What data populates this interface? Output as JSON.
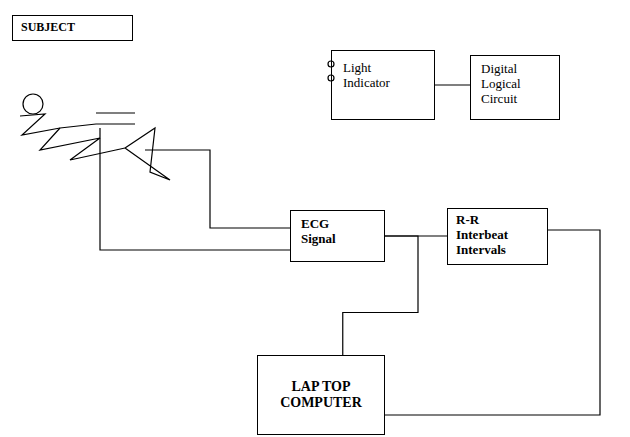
{
  "diagram": {
    "nodes": [
      {
        "text": [
          "SUBJECT"
        ]
      },
      {
        "text": [
          "Light Indicator"
        ]
      },
      {
        "text": [
          "Digital Logical Circuit"
        ]
      },
      {
        "text": [
          "ECG Signal"
        ]
      },
      {
        "text": [
          "R-R Interbeat Intervals"
        ]
      },
      {
        "text": [
          "LAP TOP COMPUTER"
        ]
      }
    ],
    "edges": [
      {
        "from": 1,
        "to": 2,
        "arrow": "none"
      },
      {
        "from": 3,
        "to": 4,
        "arrow": "none"
      },
      {
        "from": 3,
        "to": 5,
        "arrow": "none"
      },
      {
        "from": 4,
        "to": 5,
        "arrow": "none"
      }
    ]
  }
}
